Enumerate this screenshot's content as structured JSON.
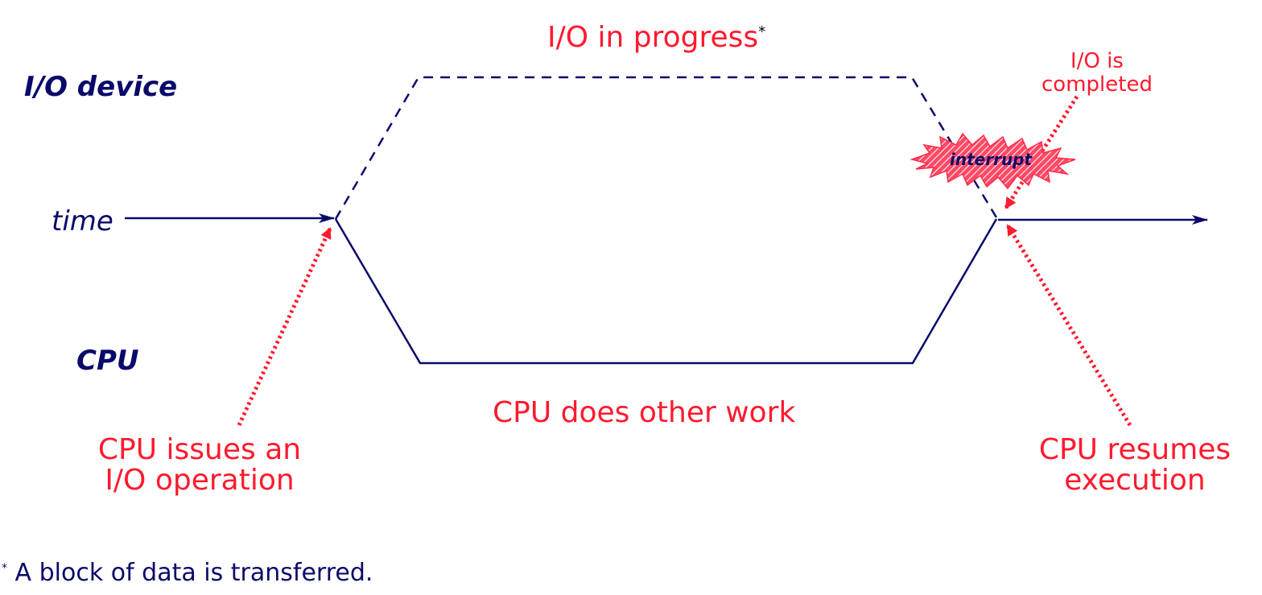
{
  "labels": {
    "io_device": "I/O device",
    "time": "time",
    "cpu": "CPU",
    "io_in_progress": "I/O in progress",
    "io_in_progress_marker": "*",
    "io_completed_line1": "I/O is",
    "io_completed_line2": "completed",
    "interrupt": "interrupt",
    "cpu_other_work": "CPU does other work",
    "cpu_issues_line1": "CPU issues an",
    "cpu_issues_line2": "I/O operation",
    "cpu_resumes_line1": "CPU resumes",
    "cpu_resumes_line2": "execution"
  },
  "footnote": {
    "marker": "*",
    "text": " A block of data is transferred."
  },
  "colors": {
    "navy": "#0a0a6b",
    "red": "#ff1a2e",
    "interrupt_burst": "#ff2a4a"
  }
}
